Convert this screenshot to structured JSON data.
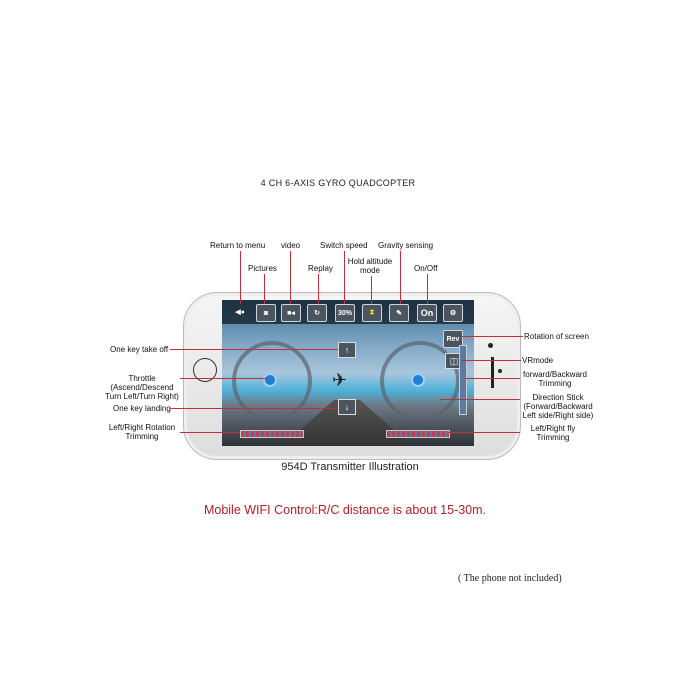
{
  "title": "4 CH 6-AXIS GYRO QUADCOPTER",
  "toolbar": {
    "speed": "30%",
    "onoff": "On",
    "rev": "Rev"
  },
  "labels": {
    "return_menu": "Return to menu",
    "pictures": "Pictures",
    "video": "video",
    "replay": "Replay",
    "switch_speed": "Switch speed",
    "hold_altitude": "Hold altitude mode",
    "gravity": "Gravity sensing",
    "onoff": "On/Off",
    "takeoff": "One key take off",
    "throttle": "Throttle (Ascend/Descend Turn Left/Turn Right)",
    "landing": "One key landing",
    "lr_rotation": "Left/Right Rotation Trimming",
    "rotation_screen": "Rotation of screen",
    "vrmode": "VRmode",
    "fb_trim": "forward/Backward Trimming",
    "direction": "Direction Stick (Forward/Backward Left side/Right side)",
    "lr_fly": "Left/Right fly Trimming"
  },
  "caption": "954D Transmitter Illustration",
  "wifi": "Mobile WIFI Control:R/C distance is about 15-30m.",
  "note": "( The phone not included)"
}
